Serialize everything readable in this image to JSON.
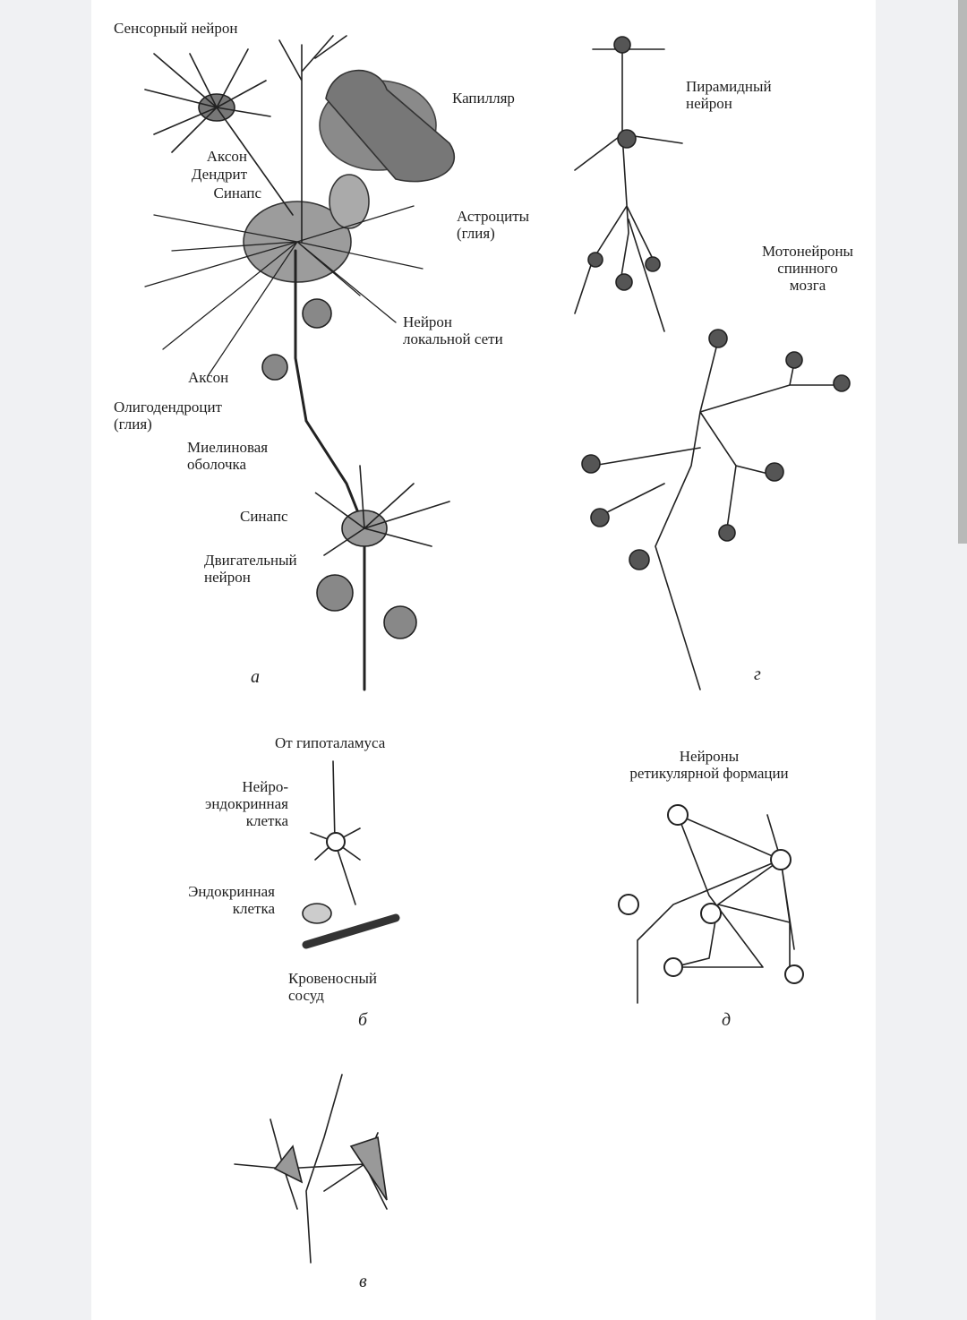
{
  "panel_a": {
    "letter": "а",
    "labels": {
      "sensory_neuron": "Сенсорный нейрон",
      "capillary": "Капилляр",
      "axon_top": "Аксон",
      "dendrite": "Дендрит",
      "synapse_top": "Синапс",
      "astrocytes": [
        "Астроциты",
        "(глия)"
      ],
      "local_neuron": [
        "Нейрон",
        "локальной сети"
      ],
      "axon_bottom": "Аксон",
      "oligodendrocyte": [
        "Олигодендроцит",
        "(глия)"
      ],
      "myelin": [
        "Миелиновая",
        "оболочка"
      ],
      "synapse_bottom": "Синапс",
      "motor_neuron": [
        "Двигательный",
        "нейрон"
      ]
    }
  },
  "panel_g": {
    "letter": "г",
    "labels": {
      "pyramidal": [
        "Пирамидный",
        "нейрон"
      ],
      "motoneurons": [
        "Мотонейроны",
        "спинного",
        "мозга"
      ]
    }
  },
  "panel_b": {
    "letter": "б",
    "labels": {
      "from_hypothalamus": "От гипоталамуса",
      "neuroendocrine": [
        "Нейро-",
        "эндокринная",
        "клетка"
      ],
      "endocrine": [
        "Эндокринная",
        "клетка"
      ],
      "blood_vessel": [
        "Кровеносный",
        "сосуд"
      ]
    }
  },
  "panel_d": {
    "letter": "д",
    "labels": {
      "reticular": [
        "Нейроны",
        "ретикулярной формации"
      ]
    }
  },
  "panel_v": {
    "letter": "в"
  }
}
